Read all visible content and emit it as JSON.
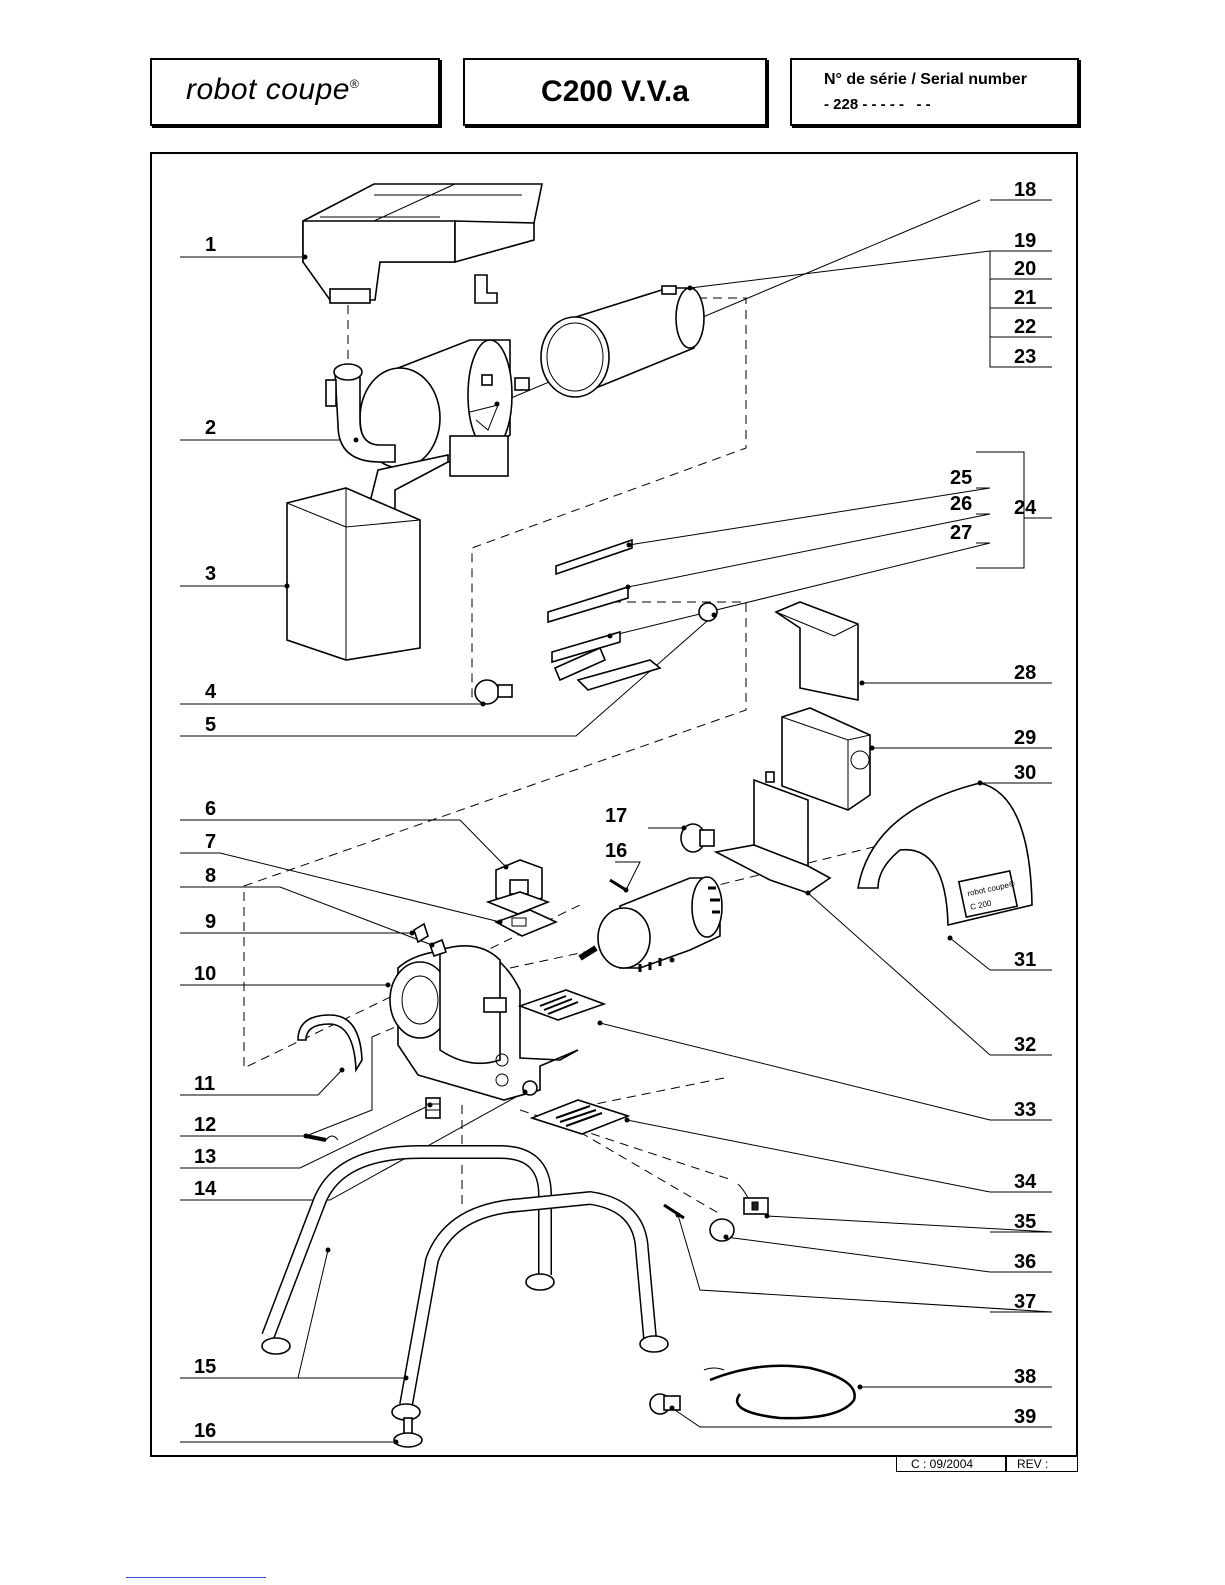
{
  "header": {
    "brand": "robot coupe",
    "brand_mark": "®",
    "model": "C200 V.V.a",
    "serial_label": "N° de série / Serial number",
    "serial_value": "- 228 - - - - -   - -"
  },
  "diagram": {
    "part_numbers": [
      "1",
      "2",
      "3",
      "4",
      "5",
      "6",
      "7",
      "8",
      "9",
      "10",
      "11",
      "12",
      "13",
      "14",
      "15",
      "16",
      "17",
      "16",
      "18",
      "19",
      "20",
      "21",
      "22",
      "23",
      "24",
      "25",
      "26",
      "27",
      "28",
      "29",
      "30",
      "31",
      "32",
      "33",
      "34",
      "35",
      "36",
      "37",
      "38",
      "39"
    ],
    "plate_text": {
      "brand": "robot coupe®",
      "model": "C 200"
    }
  },
  "footer": {
    "date": "C  : 09/2004",
    "rev": "REV :"
  }
}
